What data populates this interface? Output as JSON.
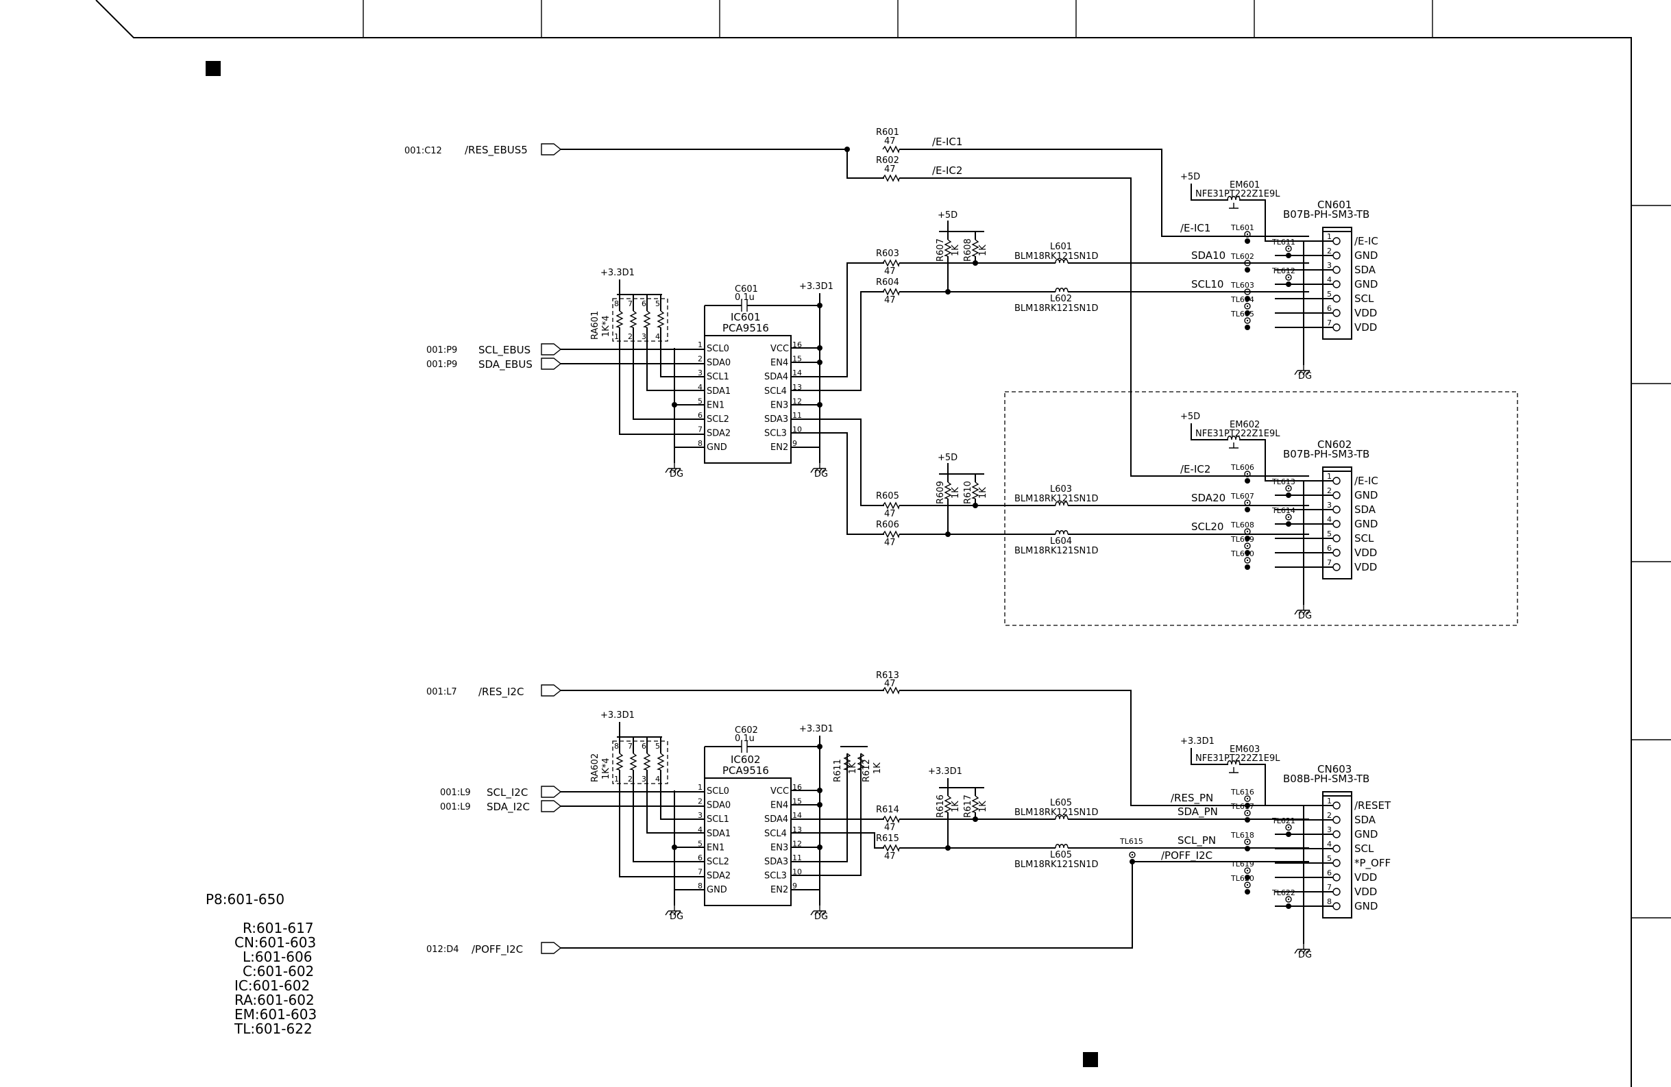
{
  "signals": {
    "res_ebus": {
      "ref": "001:C12",
      "name": "/RES_EBUS5"
    },
    "scl_ebus": {
      "ref": "001:P9",
      "name": "SCL_EBUS"
    },
    "sda_ebus": {
      "ref": "001:P9",
      "name": "SDA_EBUS"
    },
    "res_i2c": {
      "ref": "001:L7",
      "name": "/RES_I2C"
    },
    "scl_i2c": {
      "ref": "001:L9",
      "name": "SCL_I2C"
    },
    "sda_i2c": {
      "ref": "001:L9",
      "name": "SDA_I2C"
    },
    "poff_i2c": {
      "ref": "012:D4",
      "name": "/POFF_I2C"
    }
  },
  "nets": {
    "e_ic1": "/E-IC1",
    "e_ic2": "/E-IC2",
    "sda10": "SDA10",
    "scl10": "SCL10",
    "sda20": "SDA20",
    "scl20": "SCL20",
    "res_pn": "/RES_PN",
    "sda_pn": "SDA_PN",
    "scl_pn": "SCL_PN",
    "poff_i2c": "/POFF_I2C",
    "p5d": "+5D",
    "p33d1": "+3.3D1",
    "dg": "DG"
  },
  "parts": {
    "r601": {
      "ref": "R601",
      "value": "47"
    },
    "r602": {
      "ref": "R602",
      "value": "47"
    },
    "r603": {
      "ref": "R603",
      "value": "47"
    },
    "r604": {
      "ref": "R604",
      "value": "47"
    },
    "r605": {
      "ref": "R605",
      "value": "47"
    },
    "r606": {
      "ref": "R606",
      "value": "47"
    },
    "r607": {
      "ref": "R607",
      "value": "1K"
    },
    "r608": {
      "ref": "R608",
      "value": "1K"
    },
    "r609": {
      "ref": "R609",
      "value": "1K"
    },
    "r610": {
      "ref": "R610",
      "value": "1K"
    },
    "r611": {
      "ref": "R611",
      "value": "1K"
    },
    "r612": {
      "ref": "R612",
      "value": "1K"
    },
    "r613": {
      "ref": "R613",
      "value": "47"
    },
    "r614": {
      "ref": "R614",
      "value": "47"
    },
    "r615": {
      "ref": "R615",
      "value": "47"
    },
    "r616": {
      "ref": "R616",
      "value": "1K"
    },
    "r617": {
      "ref": "R617",
      "value": "1K"
    },
    "ra601": {
      "ref": "RA601",
      "value": "1K*4"
    },
    "ra602": {
      "ref": "RA602",
      "value": "1K*4"
    },
    "c601": {
      "ref": "C601",
      "value": "0.1u"
    },
    "c602": {
      "ref": "C602",
      "value": "0.1u"
    },
    "ic601": {
      "ref": "IC601",
      "value": "PCA9516"
    },
    "ic602": {
      "ref": "IC602",
      "value": "PCA9516"
    },
    "l601": {
      "ref": "L601",
      "value": "BLM18RK121SN1D"
    },
    "l602": {
      "ref": "L602",
      "value": "BLM18RK121SN1D"
    },
    "l603": {
      "ref": "L603",
      "value": "BLM18RK121SN1D"
    },
    "l604": {
      "ref": "L604",
      "value": "BLM18RK121SN1D"
    },
    "l605": {
      "ref": "L605",
      "value": "BLM18RK121SN1D"
    },
    "l606": {
      "ref": "L605",
      "value": "BLM18RK121SN1D"
    },
    "em601": {
      "ref": "EM601",
      "value": "NFE31PT222Z1E9L"
    },
    "em602": {
      "ref": "EM602",
      "value": "NFE31PT222Z1E9L"
    },
    "em603": {
      "ref": "EM603",
      "value": "NFE31PT222Z1E9L"
    },
    "cn601": {
      "ref": "CN601",
      "value": "B07B-PH-SM3-TB"
    },
    "cn602": {
      "ref": "CN602",
      "value": "B07B-PH-SM3-TB"
    },
    "cn603": {
      "ref": "CN603",
      "value": "B08B-PH-SM3-TB"
    }
  },
  "ic_pins": {
    "left_names": [
      "SCL0",
      "SDA0",
      "SCL1",
      "SDA1",
      "EN1",
      "SCL2",
      "SDA2",
      "GND"
    ],
    "left_nums": [
      "1",
      "2",
      "3",
      "4",
      "5",
      "6",
      "7",
      "8"
    ],
    "right_names": [
      "VCC",
      "EN4",
      "SDA4",
      "SCL4",
      "EN3",
      "SDA3",
      "SCL3",
      "EN2"
    ],
    "right_nums": [
      "16",
      "15",
      "14",
      "13",
      "12",
      "11",
      "10",
      "9"
    ]
  },
  "ra_pins": {
    "top": [
      "8",
      "7",
      "6",
      "5"
    ],
    "bottom": [
      "1",
      "2",
      "3",
      "4"
    ]
  },
  "connectors": {
    "cn601_pins": [
      "/E-IC",
      "GND",
      "SDA",
      "GND",
      "SCL",
      "VDD",
      "VDD"
    ],
    "cn602_pins": [
      "/E-IC",
      "GND",
      "SDA",
      "GND",
      "SCL",
      "VDD",
      "VDD"
    ],
    "cn603_pins": [
      "/RESET",
      "SDA",
      "GND",
      "SCL",
      "*P_OFF",
      "VDD",
      "VDD",
      "GND"
    ],
    "pin_nums": [
      "1",
      "2",
      "3",
      "4",
      "5",
      "6",
      "7",
      "8"
    ]
  },
  "testpoints": {
    "tl601": "TL601",
    "tl602": "TL602",
    "tl603": "TL603",
    "tl604": "TL604",
    "tl605": "TL605",
    "tl606": "TL606",
    "tl607": "TL607",
    "tl608": "TL608",
    "tl609": "TL609",
    "tl610": "TL610",
    "tl611": "TL611",
    "tl612": "TL612",
    "tl613": "TL613",
    "tl614": "TL614",
    "tl615": "TL615",
    "tl616": "TL616",
    "tl617": "TL617",
    "tl618": "TL618",
    "tl619": "TL619",
    "tl620": "TL620",
    "tl621": "TL621",
    "tl622": "TL622"
  },
  "legend": {
    "title": "P8:601-650",
    "lines": [
      "R:601-617",
      "CN:601-603",
      "L:601-606",
      "C:601-602",
      "IC:601-602",
      "RA:601-602",
      "EM:601-603",
      "TL:601-622"
    ]
  }
}
